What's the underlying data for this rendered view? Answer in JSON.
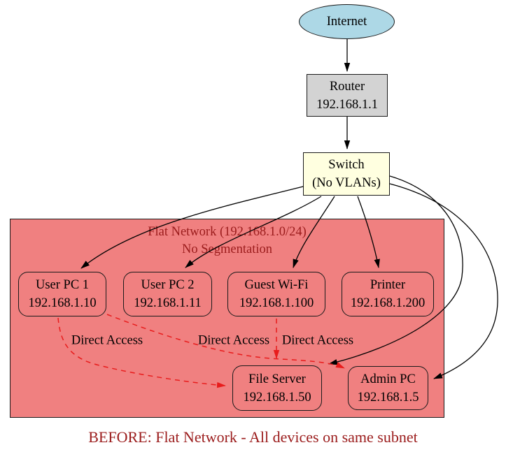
{
  "diagram": {
    "type": "network-topology-graph",
    "caption": "BEFORE: Flat Network - All devices on same subnet",
    "cluster": {
      "label_line1": "Flat Network (192.168.1.0/24)",
      "label_line2": "No Segmentation"
    },
    "nodes": {
      "internet": {
        "label": "Internet",
        "shape": "ellipse",
        "fill": "#ADD8E6"
      },
      "router": {
        "line1": "Router",
        "line2": "192.168.1.1",
        "shape": "box",
        "fill": "#D3D3D3"
      },
      "switch": {
        "line1": "Switch",
        "line2": "(No VLANs)",
        "shape": "box",
        "fill": "#FFFFE0"
      },
      "user_pc_1": {
        "line1": "User PC 1",
        "line2": "192.168.1.10",
        "shape": "rounded-box",
        "fill": "#F08080"
      },
      "user_pc_2": {
        "line1": "User PC 2",
        "line2": "192.168.1.11",
        "shape": "rounded-box",
        "fill": "#F08080"
      },
      "guest_wifi": {
        "line1": "Guest Wi-Fi",
        "line2": "192.168.1.100",
        "shape": "rounded-box",
        "fill": "#F08080"
      },
      "printer": {
        "line1": "Printer",
        "line2": "192.168.1.200",
        "shape": "rounded-box",
        "fill": "#F08080"
      },
      "file_server": {
        "line1": "File Server",
        "line2": "192.168.1.50",
        "shape": "rounded-box",
        "fill": "#F08080"
      },
      "admin_pc": {
        "line1": "Admin PC",
        "line2": "192.168.1.5",
        "shape": "rounded-box",
        "fill": "#F08080"
      }
    },
    "edge_labels": {
      "direct_access_1": "Direct Access",
      "direct_access_2": "Direct Access",
      "direct_access_3": "Direct Access"
    },
    "edges": {
      "network": [
        {
          "from": "Internet",
          "to": "Router",
          "style": "solid",
          "color": "#000000"
        },
        {
          "from": "Router",
          "to": "Switch",
          "style": "solid",
          "color": "#000000"
        },
        {
          "from": "Switch",
          "to": "User PC 1",
          "style": "solid",
          "color": "#000000"
        },
        {
          "from": "Switch",
          "to": "User PC 2",
          "style": "solid",
          "color": "#000000"
        },
        {
          "from": "Switch",
          "to": "Guest Wi-Fi",
          "style": "solid",
          "color": "#000000"
        },
        {
          "from": "Switch",
          "to": "Printer",
          "style": "solid",
          "color": "#000000"
        },
        {
          "from": "Switch",
          "to": "File Server",
          "style": "solid",
          "color": "#000000"
        },
        {
          "from": "Switch",
          "to": "Admin PC",
          "style": "solid",
          "color": "#000000"
        }
      ],
      "direct_access": [
        {
          "from": "User PC 1",
          "to": "File Server",
          "label": "Direct Access",
          "style": "dashed",
          "color": "#E81C1C"
        },
        {
          "from": "User PC 1",
          "to": "Admin PC",
          "label": "Direct Access",
          "style": "dashed",
          "color": "#E81C1C"
        },
        {
          "from": "Guest Wi-Fi",
          "to": "File Server",
          "label": "Direct Access",
          "style": "dashed",
          "color": "#E81C1C"
        }
      ]
    },
    "colors": {
      "internet_fill": "#ADD8E6",
      "router_fill": "#D3D3D3",
      "switch_fill": "#FFFFE0",
      "cluster_fill": "#F08080",
      "node_fill": "#F08080",
      "edge_black": "#000000",
      "edge_red": "#E81C1C",
      "dark_red_text": "#9B1C1C"
    }
  }
}
